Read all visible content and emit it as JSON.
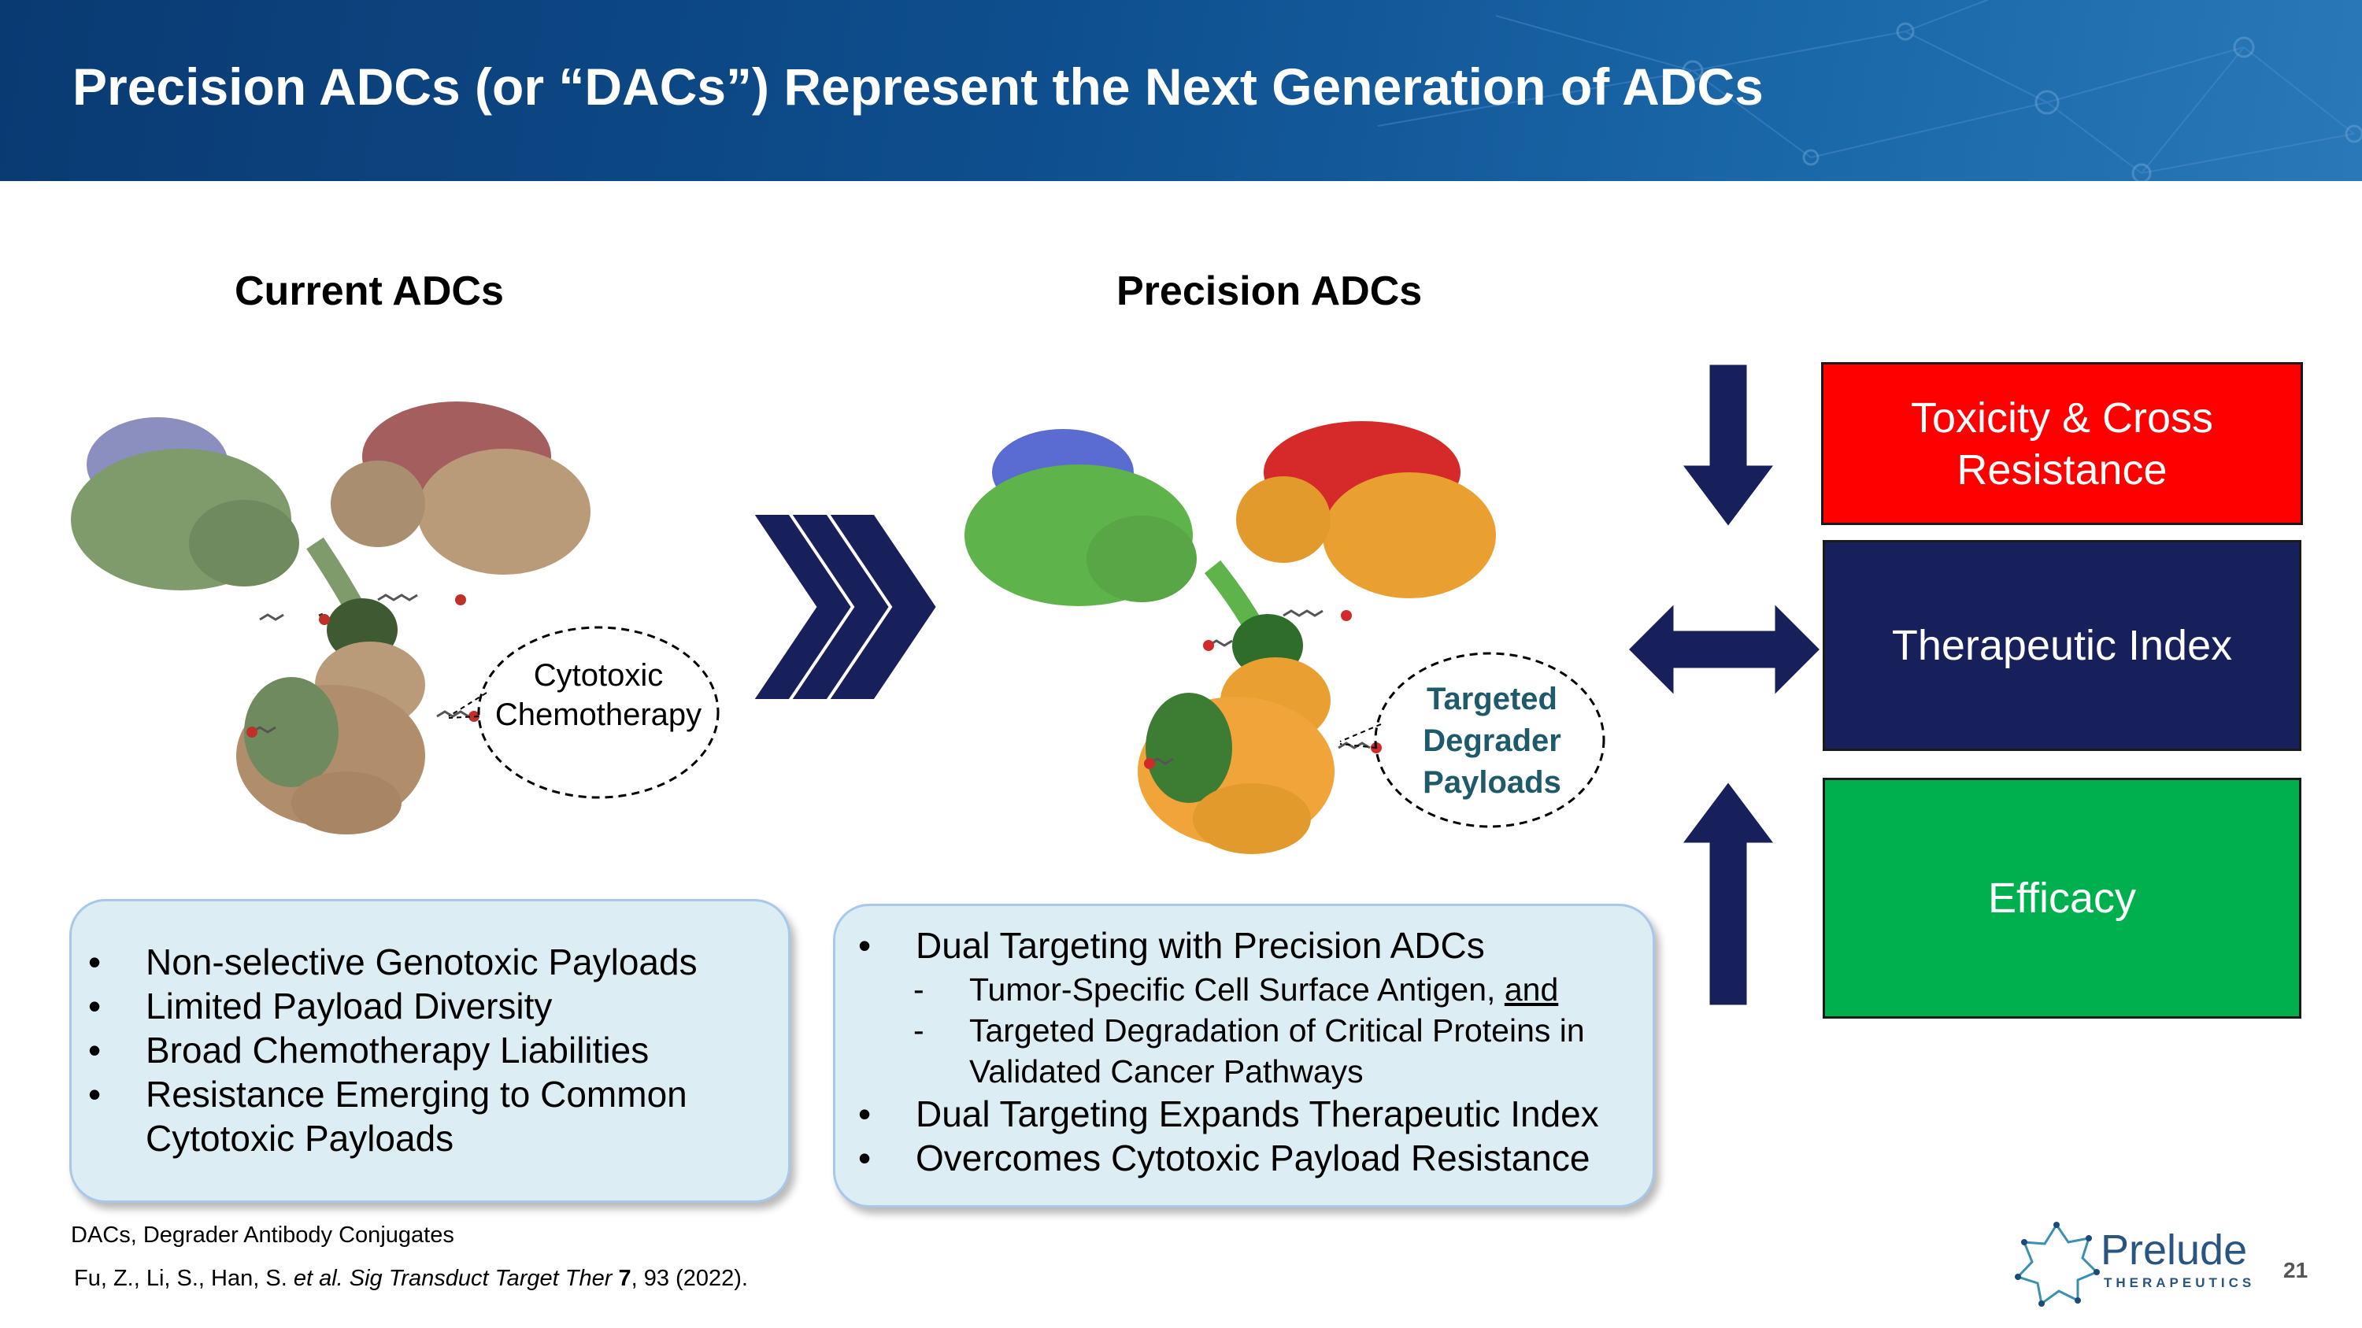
{
  "header": {
    "title": "Precision ADCs (or “DACs”) Represent the Next Generation of ADCs"
  },
  "left": {
    "heading": "Current ADCs",
    "payload_label_line1": "Cytotoxic",
    "payload_label_line2": "Chemotherapy",
    "bullets": [
      "Non-selective Genotoxic Payloads",
      "Limited Payload Diversity",
      "Broad Chemotherapy Liabilities",
      "Resistance Emerging to Common",
      "Cytotoxic Payloads"
    ]
  },
  "right": {
    "heading": "Precision ADCs",
    "payload_label_line1": "Targeted",
    "payload_label_line2": "Degrader",
    "payload_label_line3": "Payloads",
    "bullet1": "Dual Targeting with Precision ADCs",
    "sub1": "Tumor-Specific Cell Surface Antigen,",
    "sub1_and": "and",
    "sub2_line1": "Targeted Degradation of Critical Proteins in",
    "sub2_line2": "Validated Cancer Pathways",
    "bullet2": "Dual Targeting Expands Therapeutic Index",
    "bullet3": "Overcomes Cytotoxic Payload Resistance"
  },
  "outcomes": {
    "toxicity_line1": "Toxicity & Cross",
    "toxicity_line2": "Resistance",
    "therapeutic_index": "Therapeutic Index",
    "efficacy": "Efficacy"
  },
  "footer": {
    "abbrev": "DACs, Degrader Antibody Conjugates",
    "ref_authors": "Fu, Z., Li, S., Han, S. ",
    "ref_etal": "et al. Sig Transduct Target Ther ",
    "ref_vol": "7",
    "ref_rest": ", 93 (2022).",
    "logo_name": "Prelude",
    "logo_sub": "THERAPEUTICS",
    "page_number": "21"
  },
  "colors": {
    "header_blue": "#0e4f8f",
    "navy": "#17205a",
    "red": "#ff0000",
    "green": "#00b04f",
    "panel_bg": "#dceef3",
    "degrader_text": "#1f5a6b"
  }
}
